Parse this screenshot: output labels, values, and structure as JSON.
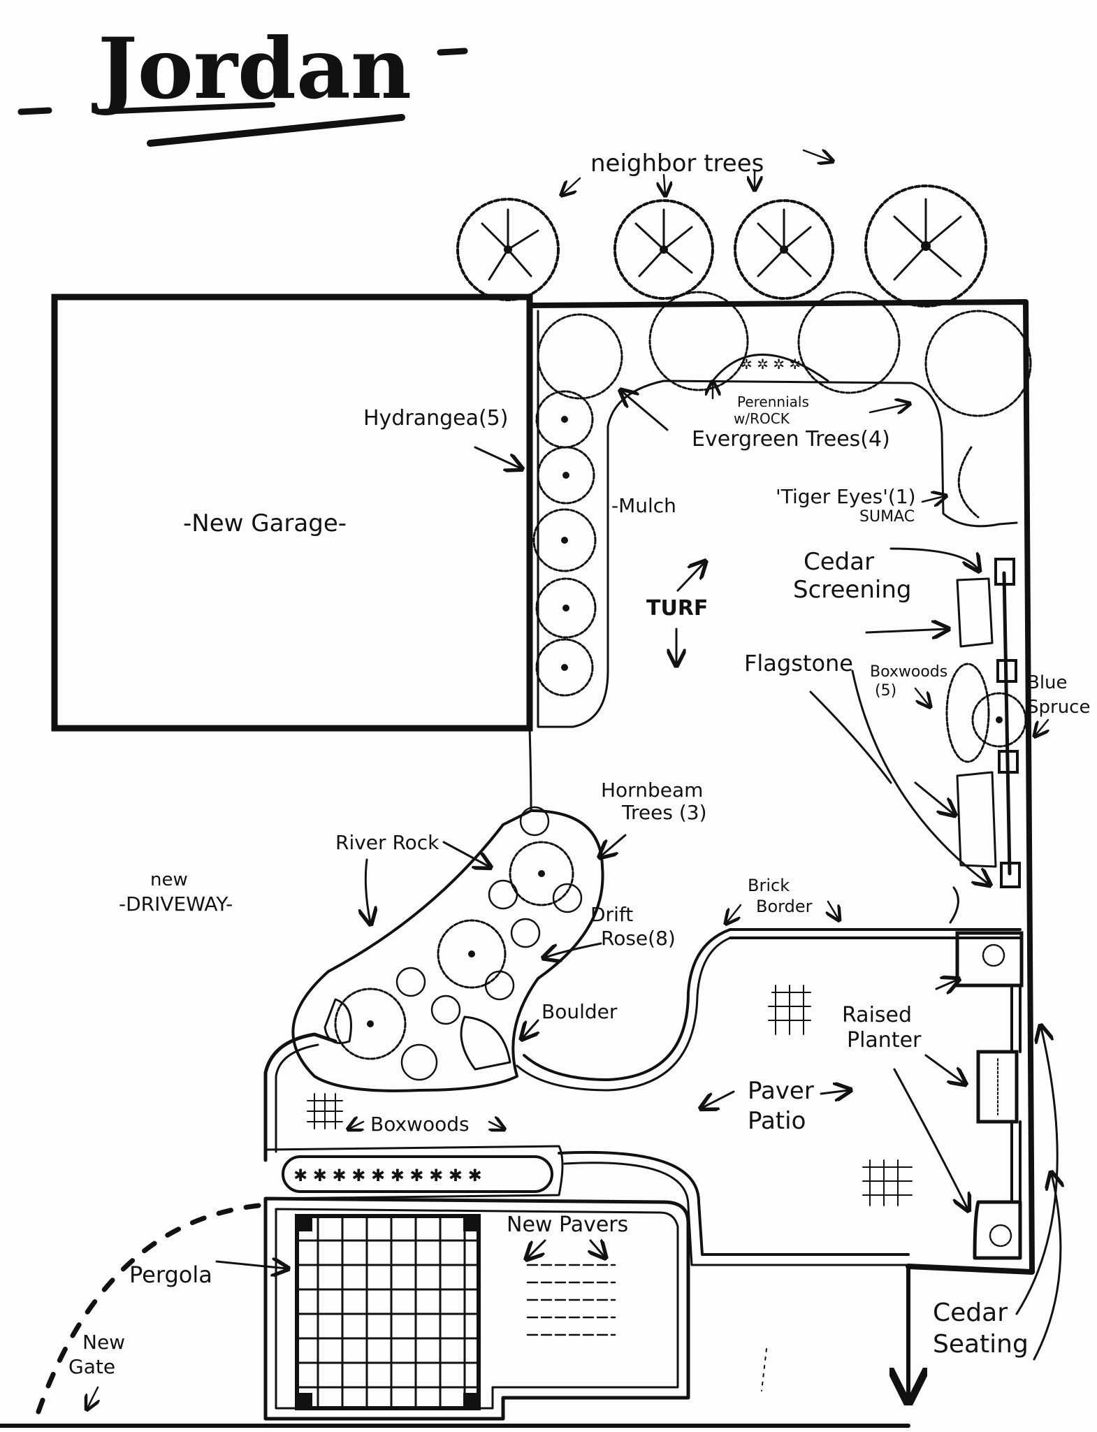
{
  "title": "Jordan",
  "labels": {
    "neighbor_trees": "neighbor trees",
    "hydrangea": "Hydrangea(5)",
    "new_garage": "-New Garage-",
    "mulch": "-Mulch",
    "perennials": "Perennials",
    "w_rock": "w/ROCK",
    "evergreen_trees": "Evergreen Trees(4)",
    "tiger_eyes": "'Tiger Eyes'(1)",
    "sumac": "SUMAC",
    "turf": "TURF",
    "cedar_screening_1": "Cedar",
    "cedar_screening_2": "Screening",
    "flagstone": "Flagstone",
    "boxwoods_right": "Boxwoods",
    "boxwoods_right_count": "(5)",
    "blue_spruce_1": "Blue",
    "blue_spruce_2": "Spruce",
    "hornbeam_1": "Hornbeam",
    "hornbeam_2": "Trees (3)",
    "river_rock": "River Rock",
    "new_driveway_1": "new",
    "new_driveway_2": "-DRIVEWAY-",
    "drift_rose_1": "Drift",
    "drift_rose_2": "Rose(8)",
    "brick_border_1": "Brick",
    "brick_border_2": "Border",
    "boulder": "Boulder",
    "raised_planter_1": "Raised",
    "raised_planter_2": "Planter",
    "paver_patio_1": "Paver",
    "paver_patio_2": "Patio",
    "boxwoods_bottom": "Boxwoods",
    "new_pavers": "New Pavers",
    "pergola": "Pergola",
    "new_gate_1": "New",
    "new_gate_2": "Gate",
    "cedar_seating_1": "Cedar",
    "cedar_seating_2": "Seating"
  },
  "colors": {
    "ink": "#111111",
    "paper": "#fdfdfd"
  }
}
